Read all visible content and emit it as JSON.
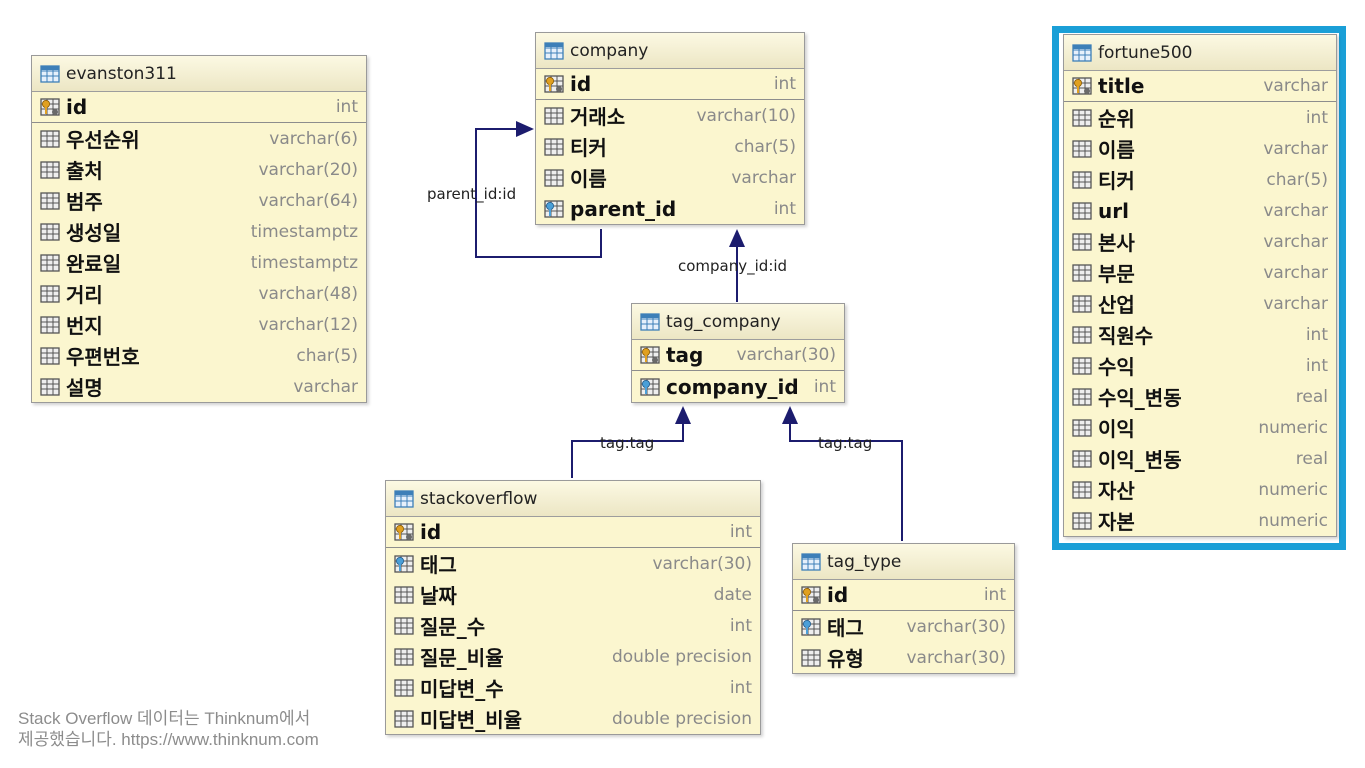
{
  "tables": {
    "evanston311": {
      "name": "evanston311",
      "pk": {
        "name": "id",
        "type": "int"
      },
      "columns": [
        {
          "name": "우선순위",
          "type": "varchar(6)"
        },
        {
          "name": "출처",
          "type": "varchar(20)"
        },
        {
          "name": "범주",
          "type": "varchar(64)"
        },
        {
          "name": "생성일",
          "type": "timestamptz"
        },
        {
          "name": "완료일",
          "type": "timestamptz"
        },
        {
          "name": "거리",
          "type": "varchar(48)"
        },
        {
          "name": "번지",
          "type": "varchar(12)"
        },
        {
          "name": "우편번호",
          "type": "char(5)"
        },
        {
          "name": "설명",
          "type": "varchar"
        }
      ]
    },
    "company": {
      "name": "company",
      "pk": {
        "name": "id",
        "type": "int"
      },
      "columns": [
        {
          "name": "거래소",
          "type": "varchar(10)"
        },
        {
          "name": "티커",
          "type": "char(5)"
        },
        {
          "name": "이름",
          "type": "varchar"
        },
        {
          "name": "parent_id",
          "type": "int"
        }
      ]
    },
    "tag_company": {
      "name": "tag_company",
      "pk": {
        "name": "tag",
        "type": "varchar(30)"
      },
      "columns": [
        {
          "name": "company_id",
          "type": "int"
        }
      ]
    },
    "stackoverflow": {
      "name": "stackoverflow",
      "pk": {
        "name": "id",
        "type": "int"
      },
      "columns": [
        {
          "name": "태그",
          "type": "varchar(30)"
        },
        {
          "name": "날짜",
          "type": "date"
        },
        {
          "name": "질문_수",
          "type": "int"
        },
        {
          "name": "질문_비율",
          "type": "double precision"
        },
        {
          "name": "미답변_수",
          "type": "int"
        },
        {
          "name": "미답변_비율",
          "type": "double precision"
        }
      ]
    },
    "tag_type": {
      "name": "tag_type",
      "pk": {
        "name": "id",
        "type": "int"
      },
      "columns": [
        {
          "name": "태그",
          "type": "varchar(30)"
        },
        {
          "name": "유형",
          "type": "varchar(30)"
        }
      ]
    },
    "fortune500": {
      "name": "fortune500",
      "pk": {
        "name": "title",
        "type": "varchar"
      },
      "columns": [
        {
          "name": "순위",
          "type": "int"
        },
        {
          "name": "이름",
          "type": "varchar"
        },
        {
          "name": "티커",
          "type": "char(5)"
        },
        {
          "name": "url",
          "type": "varchar"
        },
        {
          "name": "본사",
          "type": "varchar"
        },
        {
          "name": "부문",
          "type": "varchar"
        },
        {
          "name": "산업",
          "type": "varchar"
        },
        {
          "name": "직원수",
          "type": "int"
        },
        {
          "name": "수익",
          "type": "int"
        },
        {
          "name": "수익_변동",
          "type": "real"
        },
        {
          "name": "이익",
          "type": "numeric"
        },
        {
          "name": "이익_변동",
          "type": "real"
        },
        {
          "name": "자산",
          "type": "numeric"
        },
        {
          "name": "자본",
          "type": "numeric"
        }
      ]
    }
  },
  "relations": {
    "parent": "parent_id:id",
    "company": "company_id:id",
    "tag_left": "tag:tag",
    "tag_right": "tag:tag"
  },
  "credit": {
    "line1": "Stack Overflow 데이터는 Thinknum에서",
    "line2": "제공했습니다. https://www.thinknum.com"
  },
  "colors": {
    "table_bg": "#fbf6cf",
    "line": "#1c1c6e",
    "highlight": "#1a9fd7"
  }
}
